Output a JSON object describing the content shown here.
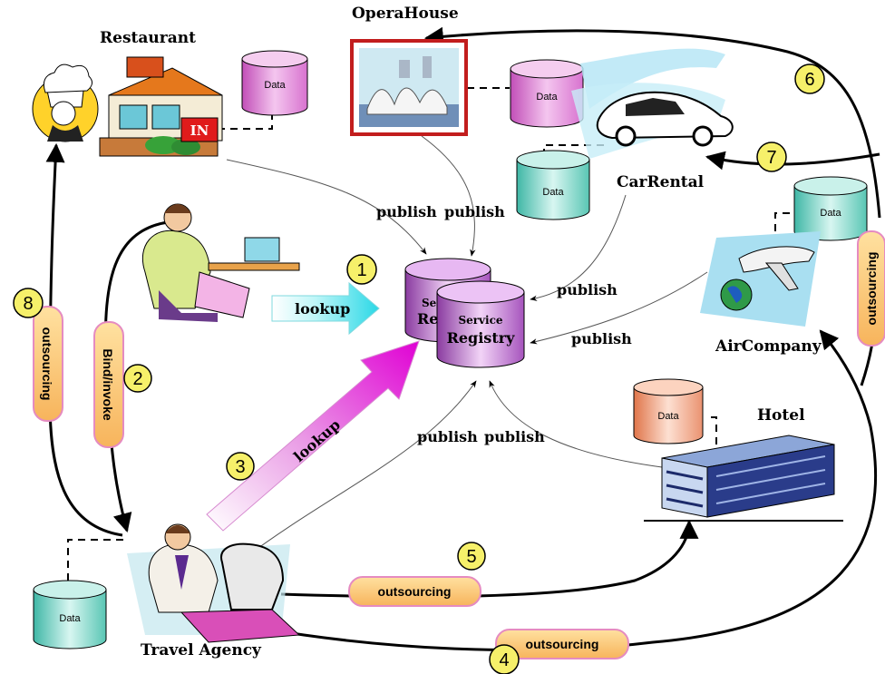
{
  "nodes": {
    "restaurant": {
      "label": "Restaurant",
      "sign": "IN"
    },
    "operahouse": {
      "label": "OperaHouse"
    },
    "carrental": {
      "label": "CarRental"
    },
    "aircompany": {
      "label": "AirCompany"
    },
    "hotel": {
      "label": "Hotel"
    },
    "travel_agency": {
      "label": "Travel Agency"
    }
  },
  "registry": {
    "back_line1": "Se",
    "back_line2": "Re",
    "line1": "Service",
    "line2": "Registry"
  },
  "data_stores": [
    {
      "label": "Data",
      "color": "#f5cdef"
    },
    {
      "label": "Data",
      "color": "#f5cdef"
    },
    {
      "label": "Data",
      "color": "#c9f1ea"
    },
    {
      "label": "Data",
      "color": "#c9f1ea"
    },
    {
      "label": "Data",
      "color": "#fcd3bf"
    },
    {
      "label": "Data",
      "color": "#c9f1ea"
    }
  ],
  "lookups": [
    {
      "label": "lookup",
      "color": "#2ad8e6"
    },
    {
      "label": "lookup",
      "color": "#e000d4"
    }
  ],
  "publish_labels": [
    "publish",
    "publish",
    "publish",
    "publish",
    "publish",
    "publish"
  ],
  "pills": [
    {
      "label": "outsourcing"
    },
    {
      "label": "Bind/invoke"
    },
    {
      "label": "outsourcing"
    },
    {
      "label": "outsourcing"
    },
    {
      "label": "outsourcing"
    }
  ],
  "steps": [
    "1",
    "2",
    "3",
    "4",
    "5",
    "6",
    "7",
    "8"
  ],
  "colors": {
    "badge": "#f6f06a",
    "pill": "#f7b45c",
    "pill_border": "#e58bc1",
    "registry": "#a654bd"
  }
}
